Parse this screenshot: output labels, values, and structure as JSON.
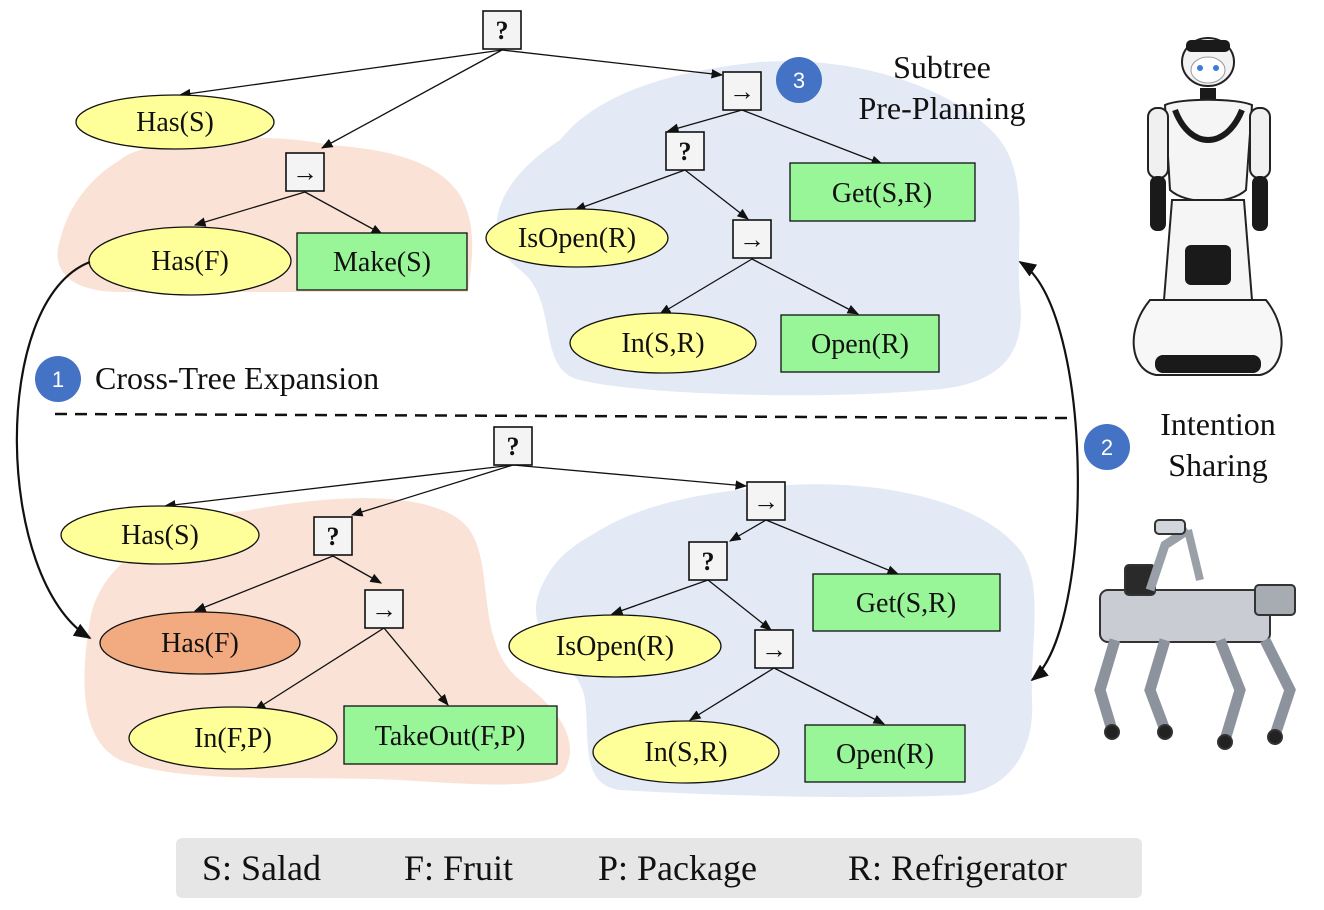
{
  "colors": {
    "condition": "#ffff99",
    "condition_highlight": "#f2ab80",
    "action": "#98f598",
    "region_orange": "#fae3d6",
    "region_blue": "#e3eaf6",
    "badge": "#4472c4",
    "legend_bg": "#e6e6e6"
  },
  "symbols": {
    "fallback": "?",
    "sequence": "→"
  },
  "annotations": {
    "step1": {
      "number": "1",
      "label": "Cross-Tree Expansion"
    },
    "step2": {
      "number": "2",
      "line1": "Intention",
      "line2": "Sharing"
    },
    "step3": {
      "number": "3",
      "line1": "Subtree",
      "line2": "Pre-Planning"
    }
  },
  "top_tree": {
    "has_s": "Has(S)",
    "has_f": "Has(F)",
    "make_s": "Make(S)",
    "isopen_r": "IsOpen(R)",
    "get_sr": "Get(S,R)",
    "in_sr": "In(S,R)",
    "open_r": "Open(R)"
  },
  "bottom_tree": {
    "has_s": "Has(S)",
    "has_f": "Has(F)",
    "in_fp": "In(F,P)",
    "takeout_fp": "TakeOut(F,P)",
    "isopen_r": "IsOpen(R)",
    "get_sr": "Get(S,R)",
    "in_sr": "In(S,R)",
    "open_r": "Open(R)"
  },
  "legend": [
    "S: Salad",
    "F: Fruit",
    "P: Package",
    "R: Refrigerator"
  ],
  "robots": [
    "humanoid-robot",
    "quadruped-robot-with-arm"
  ]
}
